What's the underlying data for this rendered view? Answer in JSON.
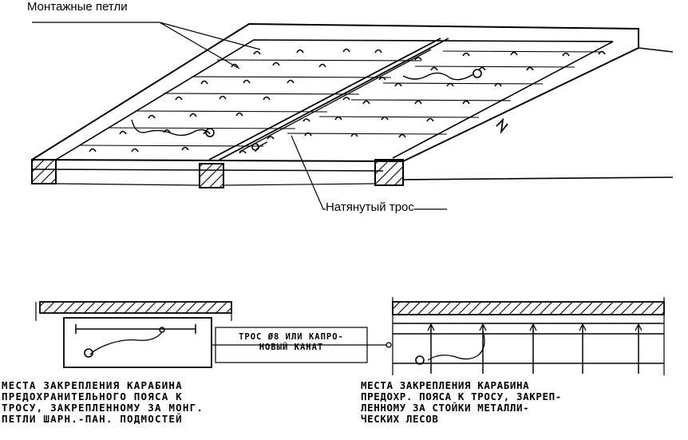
{
  "labels": {
    "mounting_loops": "Монтажные петли",
    "tensioned_cable": "Натянутый трос"
  },
  "cable_note": [
    "ТРОС Ø8 ИЛИ КАПРО-",
    "НОВЫЙ КАНАТ"
  ],
  "left_caption": [
    "МЕСТА ЗАКРЕПЛЕНИЯ КАРАБИНА",
    "ПРЕДОХРАНИТЕЛЬНОГО ПОЯСА К",
    "ТРОСУ, ЗАКРЕПЛЕННОМУ ЗА МОНГ.",
    "ПЕТЛИ ШАРН.-ПАН. ПОДМОСТЕЙ"
  ],
  "right_caption": [
    "МЕСТА ЗАКРЕПЛЕНИЯ КАРАБИНА",
    "ПРЕДОХР. ПОЯСА К ТРОСУ, ЗАКРЕП-",
    "ЛЕННОМУ ЗА СТОЙКИ МЕТАЛЛИ-",
    "ЧЕСКИХ ЛЕСОВ"
  ]
}
